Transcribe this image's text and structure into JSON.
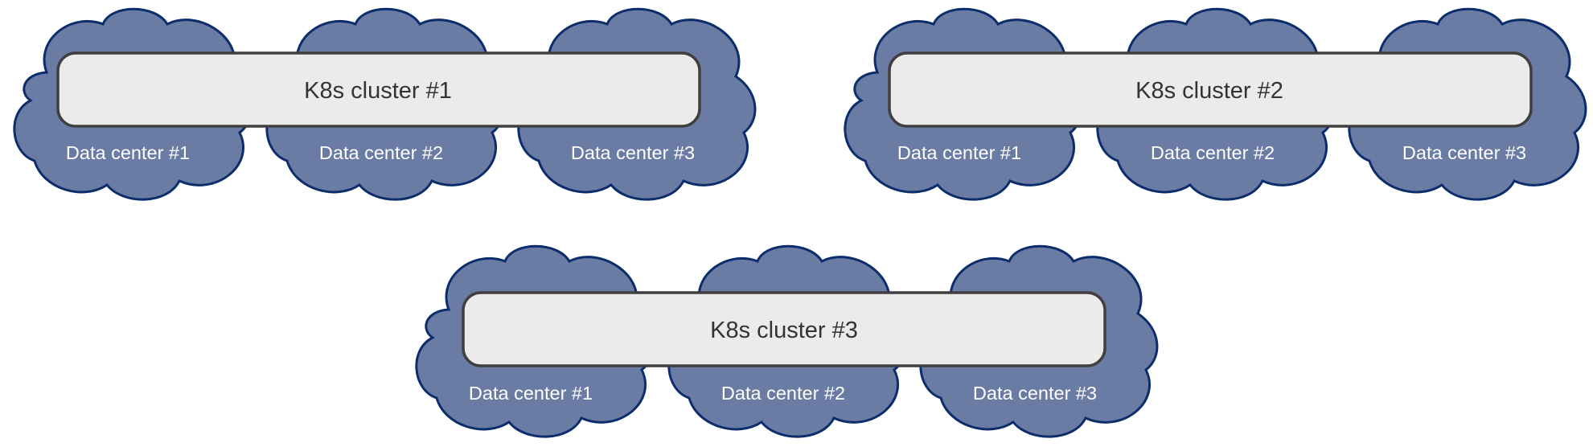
{
  "diagram": {
    "clusters": [
      {
        "label": "K8s cluster #1",
        "data_centers": [
          "Data center #1",
          "Data center #2",
          "Data center #3"
        ]
      },
      {
        "label": "K8s cluster #2",
        "data_centers": [
          "Data center #1",
          "Data center #2",
          "Data center #3"
        ]
      },
      {
        "label": "K8s cluster #3",
        "data_centers": [
          "Data center #1",
          "Data center #2",
          "Data center #3"
        ]
      }
    ],
    "colors": {
      "cloud_fill": "#6a7ba4",
      "cloud_stroke": "#0b2d6b",
      "cluster_fill": "#ebebeb",
      "cluster_stroke": "#3f3f3f",
      "cluster_text": "#333333",
      "dc_text": "#ffffff"
    }
  }
}
